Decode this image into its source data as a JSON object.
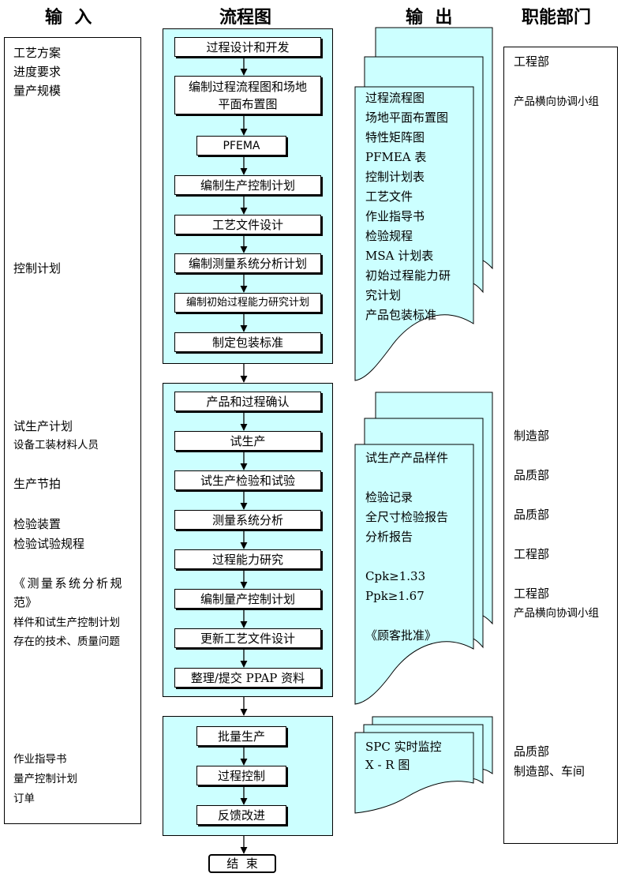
{
  "headers": {
    "input": "输  入",
    "flow": "流程图",
    "output": "输  出",
    "dept": "职能部门"
  },
  "inputs": {
    "a1": "工艺方案",
    "a2": "进度要求",
    "a3": "量产规模",
    "b1": "控制计划",
    "c1": "试生产计划",
    "c2": "设备工装材料人员",
    "c3": "生产节拍",
    "c4": "检验装置",
    "c5": "检验试验规程",
    "c6": "《测量系统分析规",
    "c7": "范》",
    "c8": "样件和试生产控制计划",
    "c9": "存在的技术、质量问题",
    "d1": "作业指导书",
    "d2": "量产控制计划",
    "d3": "订单"
  },
  "flow": {
    "g1": [
      "过程设计和开发",
      "编制过程流程图和场地平面布置图",
      "PFEMA",
      "编制生产控制计划",
      "工艺文件设计",
      "编制测量系统分析计划",
      "编制初始过程能力研究计划",
      "制定包装标准"
    ],
    "g2": [
      "产品和过程确认",
      "试生产",
      "试生产检验和试验",
      "测量系统分析",
      "过程能力研究",
      "编制量产控制计划",
      "更新工艺文件设计",
      "整理/提交 PPAP 资料"
    ],
    "g3": [
      "批量生产",
      "过程控制",
      "反馈改进"
    ],
    "end": "结  束"
  },
  "outputs": {
    "g1": [
      "过程流程图",
      "场地平面布置图",
      "特性矩阵图",
      "PFMEA 表",
      "控制计划表",
      "工艺文件",
      "作业指导书",
      "检验规程",
      "MSA 计划表",
      "初始过程能力研",
      "究计划",
      "产品包装标准"
    ],
    "g2": [
      "试生产产品样件",
      "",
      "检验记录",
      "全尺寸检验报告",
      "分析报告",
      "",
      "Cpk≥1.33",
      "Ppk≥1.67",
      "",
      "《顾客批准》"
    ],
    "g3": [
      "SPC 实时监控",
      "X - R 图"
    ]
  },
  "depts": {
    "a1": "工程部",
    "a2": "产品横向协调小组",
    "b1": "制造部",
    "b2": "品质部",
    "b3": "品质部",
    "b4": "工程部",
    "b5": "工程部",
    "b6": "产品横向协调小组",
    "c1": "品质部",
    "c2": "制造部、车间"
  }
}
